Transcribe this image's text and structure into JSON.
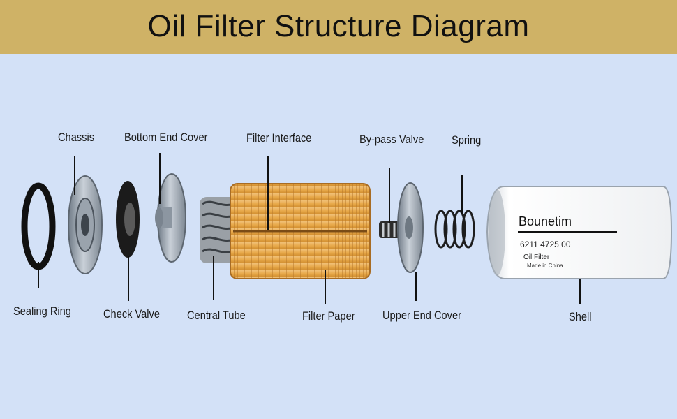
{
  "title": "Oil Filter Structure Diagram",
  "labels": {
    "chassis": "Chassis",
    "bottom_end_cover": "Bottom End Cover",
    "filter_interface": "Filter Interface",
    "bypass_valve": "By-pass Valve",
    "spring": "Spring",
    "sealing_ring": "Sealing Ring",
    "check_valve": "Check Valve",
    "central_tube": "Central Tube",
    "filter_paper": "Filter Paper",
    "upper_end_cover": "Upper End Cover",
    "shell": "Shell"
  },
  "shell_print": {
    "brand": "Bounetim",
    "part_number": "6211 4725 00",
    "product": "Oil Filter",
    "origin": "Made in China"
  },
  "colors": {
    "banner": "#cfb266",
    "background": "#d3e1f7",
    "filter_paper": "#e8a94a"
  }
}
